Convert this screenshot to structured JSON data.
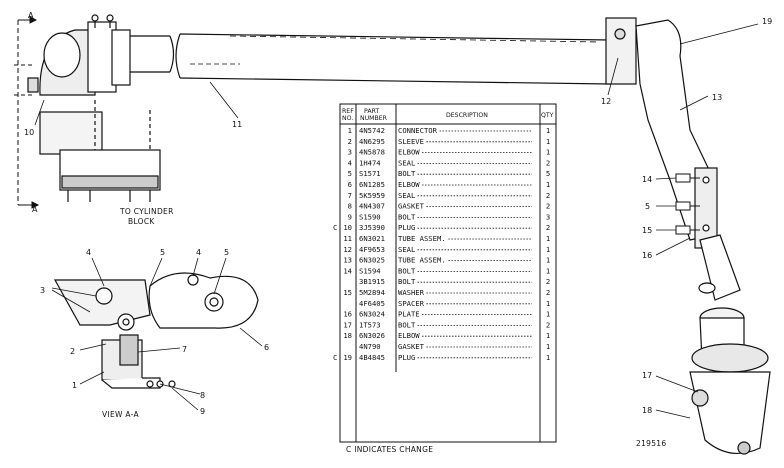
{
  "view_marker": "A",
  "captions": {
    "to_cylinder_block": [
      "TO CYLINDER",
      "BLOCK"
    ],
    "view_aa": "VIEW A-A",
    "indicates_change": "C INDICATES CHANGE",
    "drawing_number": "219516"
  },
  "callouts": [
    "1",
    "2",
    "3",
    "4",
    "5",
    "6",
    "7",
    "8",
    "9",
    "10",
    "11",
    "12",
    "13",
    "14",
    "15",
    "16",
    "17",
    "18",
    "19"
  ],
  "table": {
    "headers": {
      "ref": [
        "REF",
        "NO."
      ],
      "part": [
        "PART",
        "NUMBER"
      ],
      "desc": "DESCRIPTION",
      "qty": "QTY"
    },
    "rows": [
      {
        "c": "",
        "ref": "1",
        "part": "4N5742",
        "desc": "CONNECTOR",
        "qty": "1"
      },
      {
        "c": "",
        "ref": "2",
        "part": "4N6295",
        "desc": "SLEEVE",
        "qty": "1"
      },
      {
        "c": "",
        "ref": "3",
        "part": "4N5878",
        "desc": "ELBOW",
        "qty": "1"
      },
      {
        "c": "",
        "ref": "4",
        "part": "1H474",
        "desc": "SEAL",
        "qty": "2"
      },
      {
        "c": "",
        "ref": "5",
        "part": "S1571",
        "desc": "BOLT",
        "qty": "5"
      },
      {
        "c": "",
        "ref": "6",
        "part": "6N1285",
        "desc": "ELBOW",
        "qty": "1"
      },
      {
        "c": "",
        "ref": "7",
        "part": "5K5959",
        "desc": "SEAL",
        "qty": "2"
      },
      {
        "c": "",
        "ref": "8",
        "part": "4N4307",
        "desc": "GASKET",
        "qty": "2"
      },
      {
        "c": "",
        "ref": "9",
        "part": "S1590",
        "desc": "BOLT",
        "qty": "3"
      },
      {
        "c": "C",
        "ref": "10",
        "part": "3J5390",
        "desc": "PLUG",
        "qty": "2"
      },
      {
        "c": "",
        "ref": "11",
        "part": "6N3021",
        "desc": "TUBE ASSEM.",
        "qty": "1"
      },
      {
        "c": "",
        "ref": "12",
        "part": "4F9653",
        "desc": "SEAL",
        "qty": "1"
      },
      {
        "c": "",
        "ref": "13",
        "part": "6N3025",
        "desc": "TUBE ASSEM.",
        "qty": "1"
      },
      {
        "c": "",
        "ref": "14",
        "part": "S1594",
        "desc": "BOLT",
        "qty": "1"
      },
      {
        "c": "",
        "ref": "",
        "part": "3B1915",
        "desc": "BOLT",
        "qty": "2"
      },
      {
        "c": "",
        "ref": "15",
        "part": "5M2894",
        "desc": "WASHER",
        "qty": "2"
      },
      {
        "c": "",
        "ref": "",
        "part": "4F6405",
        "desc": "SPACER",
        "qty": "1"
      },
      {
        "c": "",
        "ref": "16",
        "part": "6N3024",
        "desc": "PLATE",
        "qty": "1"
      },
      {
        "c": "",
        "ref": "17",
        "part": "1T573",
        "desc": "BOLT",
        "qty": "2"
      },
      {
        "c": "",
        "ref": "18",
        "part": "6N3026",
        "desc": "ELBOW",
        "qty": "1"
      },
      {
        "c": "",
        "ref": "",
        "part": "4N790",
        "desc": "GASKET",
        "qty": "1"
      },
      {
        "c": "C",
        "ref": "19",
        "part": "4B4845",
        "desc": "PLUG",
        "qty": "1"
      }
    ]
  }
}
